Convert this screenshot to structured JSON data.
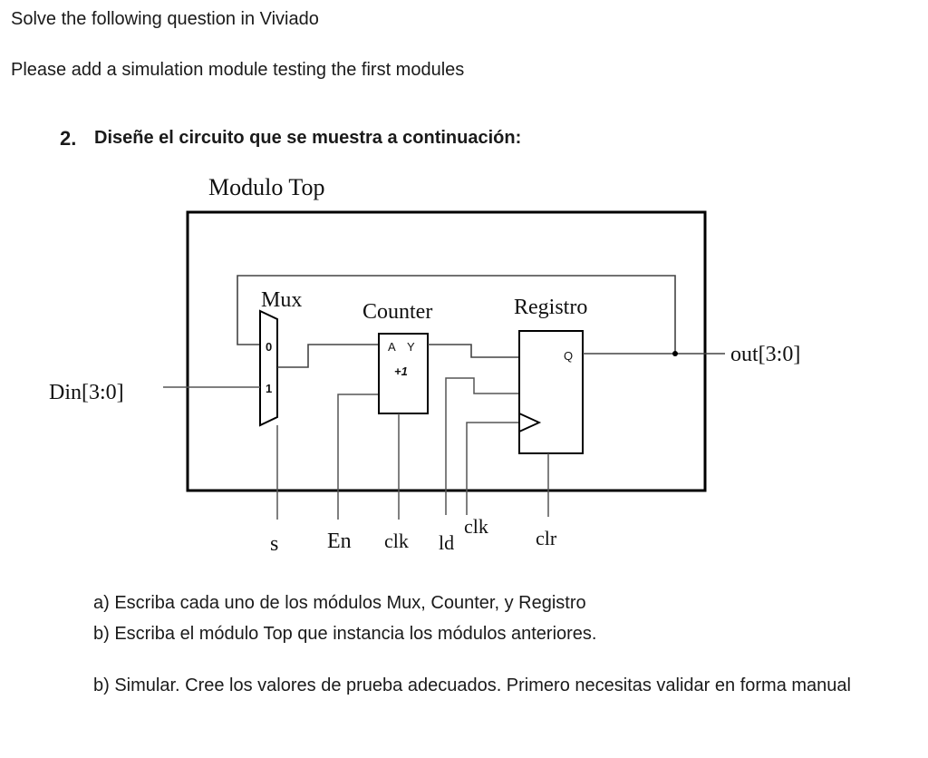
{
  "intro": {
    "line1": "Solve the following question in Viviado",
    "line2": "Please add a simulation module testing the first modules"
  },
  "question": {
    "number": "2.",
    "title": "Diseñe el circuito que se muestra a continuación:"
  },
  "diagram": {
    "top_label": "Modulo Top",
    "mux_label": "Mux",
    "mux_in0": "0",
    "mux_in1": "1",
    "counter_label": "Counter",
    "counter_a": "A",
    "counter_y": "Y",
    "counter_inc": "+1",
    "reg_label": "Registro",
    "reg_q": "Q",
    "din_label": "Din[3:0]",
    "out_label": "out[3:0]",
    "sig_s": "s",
    "sig_en": "En",
    "sig_clk": "clk",
    "sig_ld": "ld",
    "sig_clk2": "clk",
    "sig_clr": "clr"
  },
  "tasks": {
    "a": "a)   Escriba cada uno de los módulos Mux, Counter, y Registro",
    "b": "b)   Escriba el módulo Top que instancia los módulos anteriores."
  },
  "simulation": {
    "text": "b) Simular. Cree los valores de prueba adecuados. Primero necesitas validar en forma manual"
  }
}
